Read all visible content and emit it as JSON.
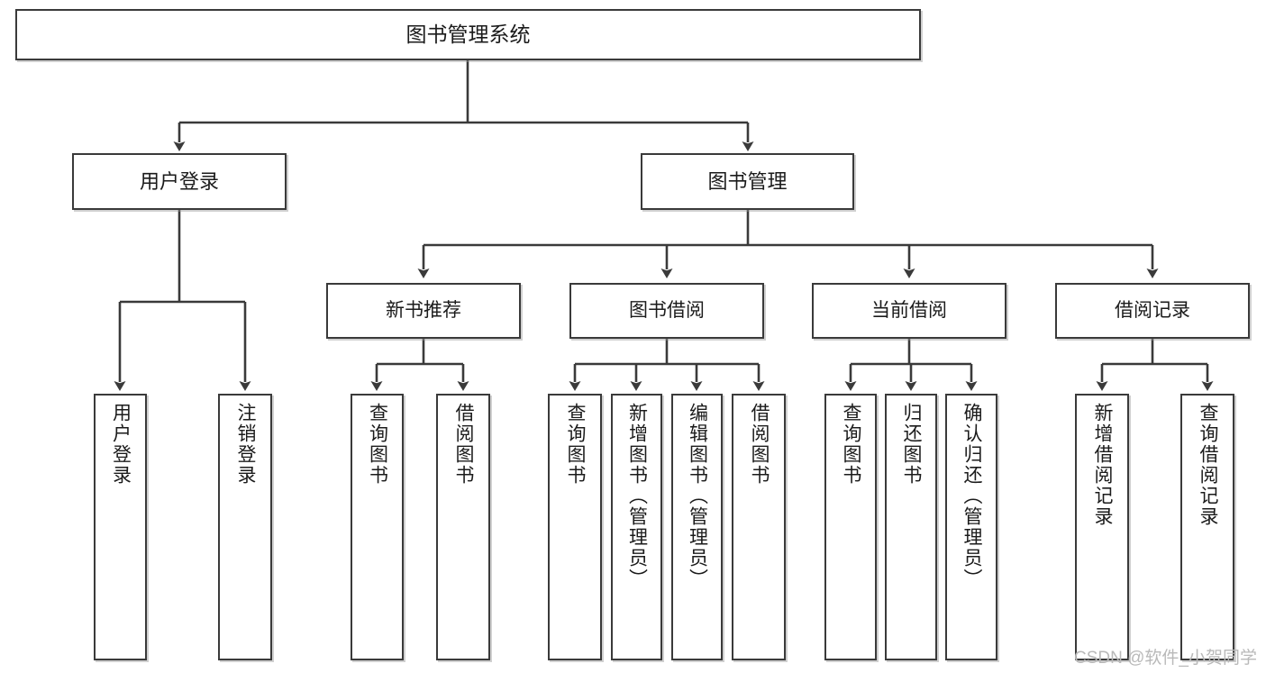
{
  "diagram": {
    "type": "tree",
    "title": "图书管理系统",
    "watermark": "CSDN @软件_小贺同学",
    "colors": {
      "stroke": "#3a3a3a",
      "box_fill": "#ffffff",
      "text": "#1b1b1b",
      "watermark": "#b9b9b9",
      "page_background": "#ffffff"
    },
    "nodes": {
      "root": {
        "label": "图书管理系统",
        "level": 1
      },
      "user_login": {
        "label": "用户登录",
        "level": 2
      },
      "book_manage": {
        "label": "图书管理",
        "level": 2
      },
      "new_book_rec": {
        "label": "新书推荐",
        "level": 3
      },
      "book_borrow": {
        "label": "图书借阅",
        "level": 3
      },
      "current_borrow": {
        "label": "当前借阅",
        "level": 3
      },
      "borrow_record": {
        "label": "借阅记录",
        "level": 3
      },
      "leaf_user_login": {
        "label": "用户登录",
        "level": 4
      },
      "leaf_logout": {
        "label": "注销登录",
        "level": 4
      },
      "leaf_query_book_1": {
        "label": "查询图书",
        "level": 4
      },
      "leaf_borrow_book_1": {
        "label": "借阅图书",
        "level": 4
      },
      "leaf_query_book_2": {
        "label": "查询图书",
        "level": 4
      },
      "leaf_add_book": {
        "label": "新增图书（管理员）",
        "level": 4
      },
      "leaf_edit_book": {
        "label": "编辑图书（管理员）",
        "level": 4
      },
      "leaf_borrow_book_2": {
        "label": "借阅图书",
        "level": 4
      },
      "leaf_query_book_3": {
        "label": "查询图书",
        "level": 4
      },
      "leaf_return_book": {
        "label": "归还图书",
        "level": 4
      },
      "leaf_confirm_return": {
        "label": "确认归还（管理员）",
        "level": 4
      },
      "leaf_add_record": {
        "label": "新增借阅记录",
        "level": 4
      },
      "leaf_query_record": {
        "label": "查询借阅记录",
        "level": 4
      }
    },
    "edges": [
      {
        "from": "root",
        "to": "user_login"
      },
      {
        "from": "root",
        "to": "book_manage"
      },
      {
        "from": "user_login",
        "to": "leaf_user_login"
      },
      {
        "from": "user_login",
        "to": "leaf_logout"
      },
      {
        "from": "book_manage",
        "to": "new_book_rec"
      },
      {
        "from": "book_manage",
        "to": "book_borrow"
      },
      {
        "from": "book_manage",
        "to": "current_borrow"
      },
      {
        "from": "book_manage",
        "to": "borrow_record"
      },
      {
        "from": "new_book_rec",
        "to": "leaf_query_book_1"
      },
      {
        "from": "new_book_rec",
        "to": "leaf_borrow_book_1"
      },
      {
        "from": "book_borrow",
        "to": "leaf_query_book_2"
      },
      {
        "from": "book_borrow",
        "to": "leaf_add_book"
      },
      {
        "from": "book_borrow",
        "to": "leaf_edit_book"
      },
      {
        "from": "book_borrow",
        "to": "leaf_borrow_book_2"
      },
      {
        "from": "current_borrow",
        "to": "leaf_query_book_3"
      },
      {
        "from": "current_borrow",
        "to": "leaf_return_book"
      },
      {
        "from": "current_borrow",
        "to": "leaf_confirm_return"
      },
      {
        "from": "borrow_record",
        "to": "leaf_add_record"
      },
      {
        "from": "borrow_record",
        "to": "leaf_query_record"
      }
    ]
  }
}
